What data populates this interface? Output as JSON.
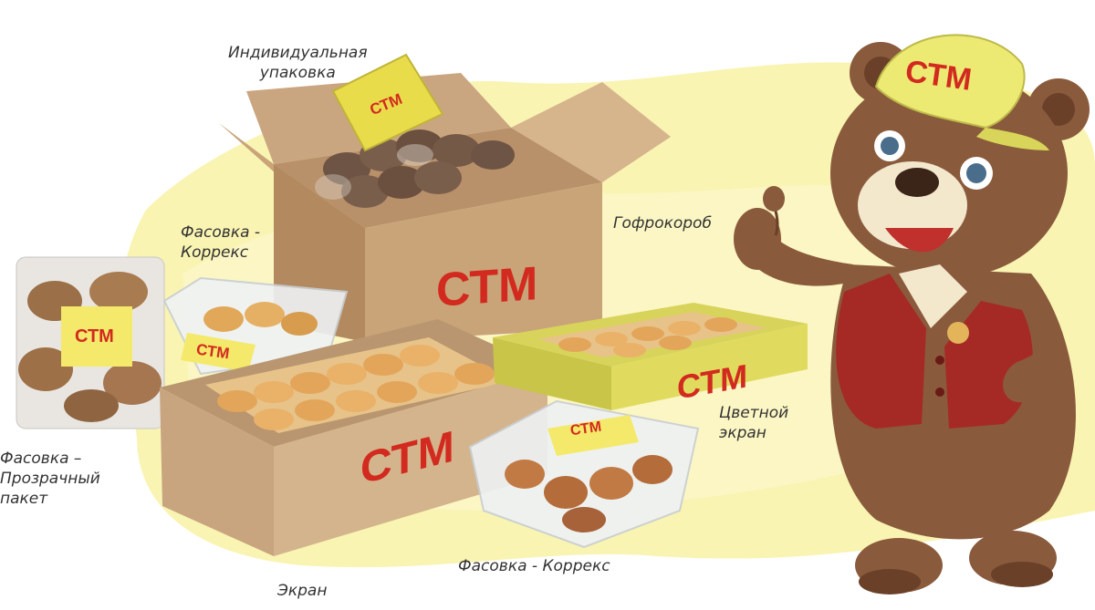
{
  "labels": {
    "individual": "Индивидуальная\nупаковка",
    "korreks_left": "Фасовка -\nКоррекс",
    "gofrokorob": "Гофрокороб",
    "prozrachny": "Фасовка –\nПрозрачный\nпакет",
    "tsvetnoy": "Цветной\nэкран",
    "ekran": "Экран",
    "korreks_bottom": "Фасовка - Коррекс"
  },
  "brand": {
    "mark": "СТМ"
  },
  "colors": {
    "brand_red": "#d22a1f",
    "label_yellow": "#f4e96a",
    "background_wash": "#f8f2a4",
    "cardboard": "#c9a479",
    "bear_brown": "#8a5a3c",
    "vest_red": "#a52a26"
  }
}
